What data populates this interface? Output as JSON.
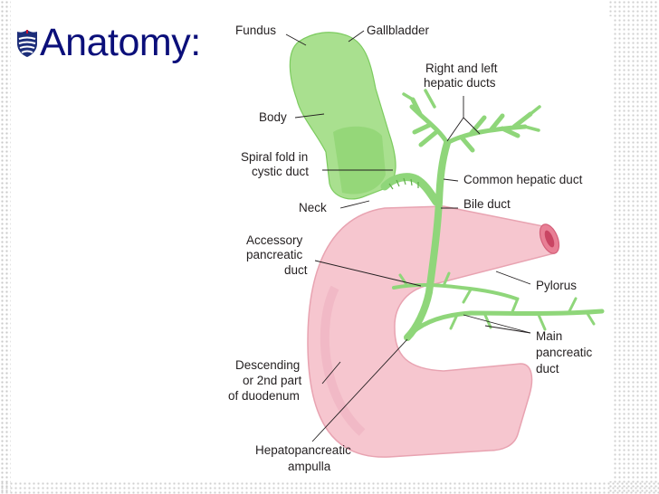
{
  "slide": {
    "title": "Anatomy:"
  },
  "labels": {
    "fundus": "Fundus",
    "gallbladder": "Gallbladder",
    "right_left_hepatic_1": "Right and left",
    "right_left_hepatic_2": "hepatic ducts",
    "body": "Body",
    "spiral_fold_1": "Spiral fold in",
    "spiral_fold_2": "cystic duct",
    "common_hepatic_duct": "Common hepatic duct",
    "neck": "Neck",
    "bile_duct": "Bile duct",
    "accessory_1": "Accessory",
    "accessory_2": "pancreatic",
    "accessory_3": "duct",
    "pylorus": "Pylorus",
    "main_pancreatic_1": "Main",
    "main_pancreatic_2": "pancreatic",
    "main_pancreatic_3": "duct",
    "descending_1": "Descending",
    "descending_2": "or 2nd part",
    "descending_3": "of duodenum",
    "ampulla_1": "Hepatopancreatic",
    "ampulla_2": "ampulla"
  },
  "colors": {
    "title": "#0b0f7a",
    "gallbladder_fill": "#a9e08f",
    "gallbladder_dark": "#7ccb5f",
    "duct": "#8fd67a",
    "duodenum_fill": "#f6c6cf",
    "duodenum_edge": "#e8a3b1",
    "leader": "#231f20"
  }
}
